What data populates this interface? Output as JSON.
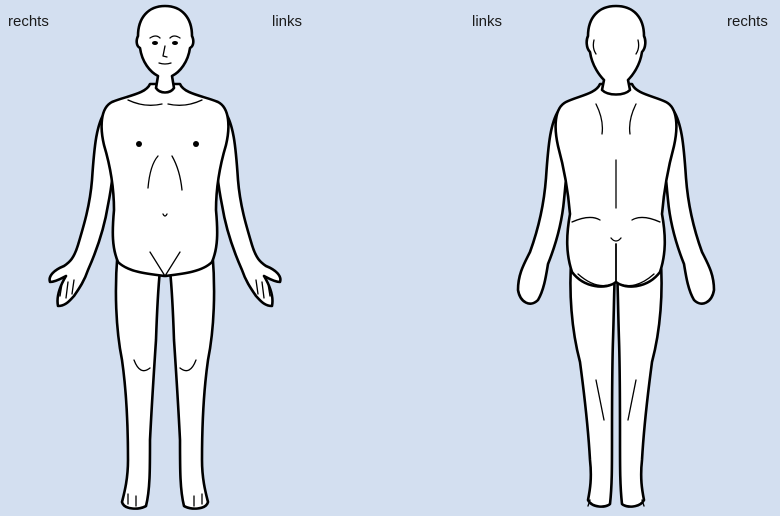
{
  "labels": {
    "front_right": "rechts",
    "front_left": "links",
    "back_left": "links",
    "back_right": "rechts"
  },
  "colors": {
    "background": "#d3dff0",
    "body_fill": "#ffffff",
    "outline": "#000000"
  },
  "figures": [
    "front-view",
    "back-view"
  ]
}
